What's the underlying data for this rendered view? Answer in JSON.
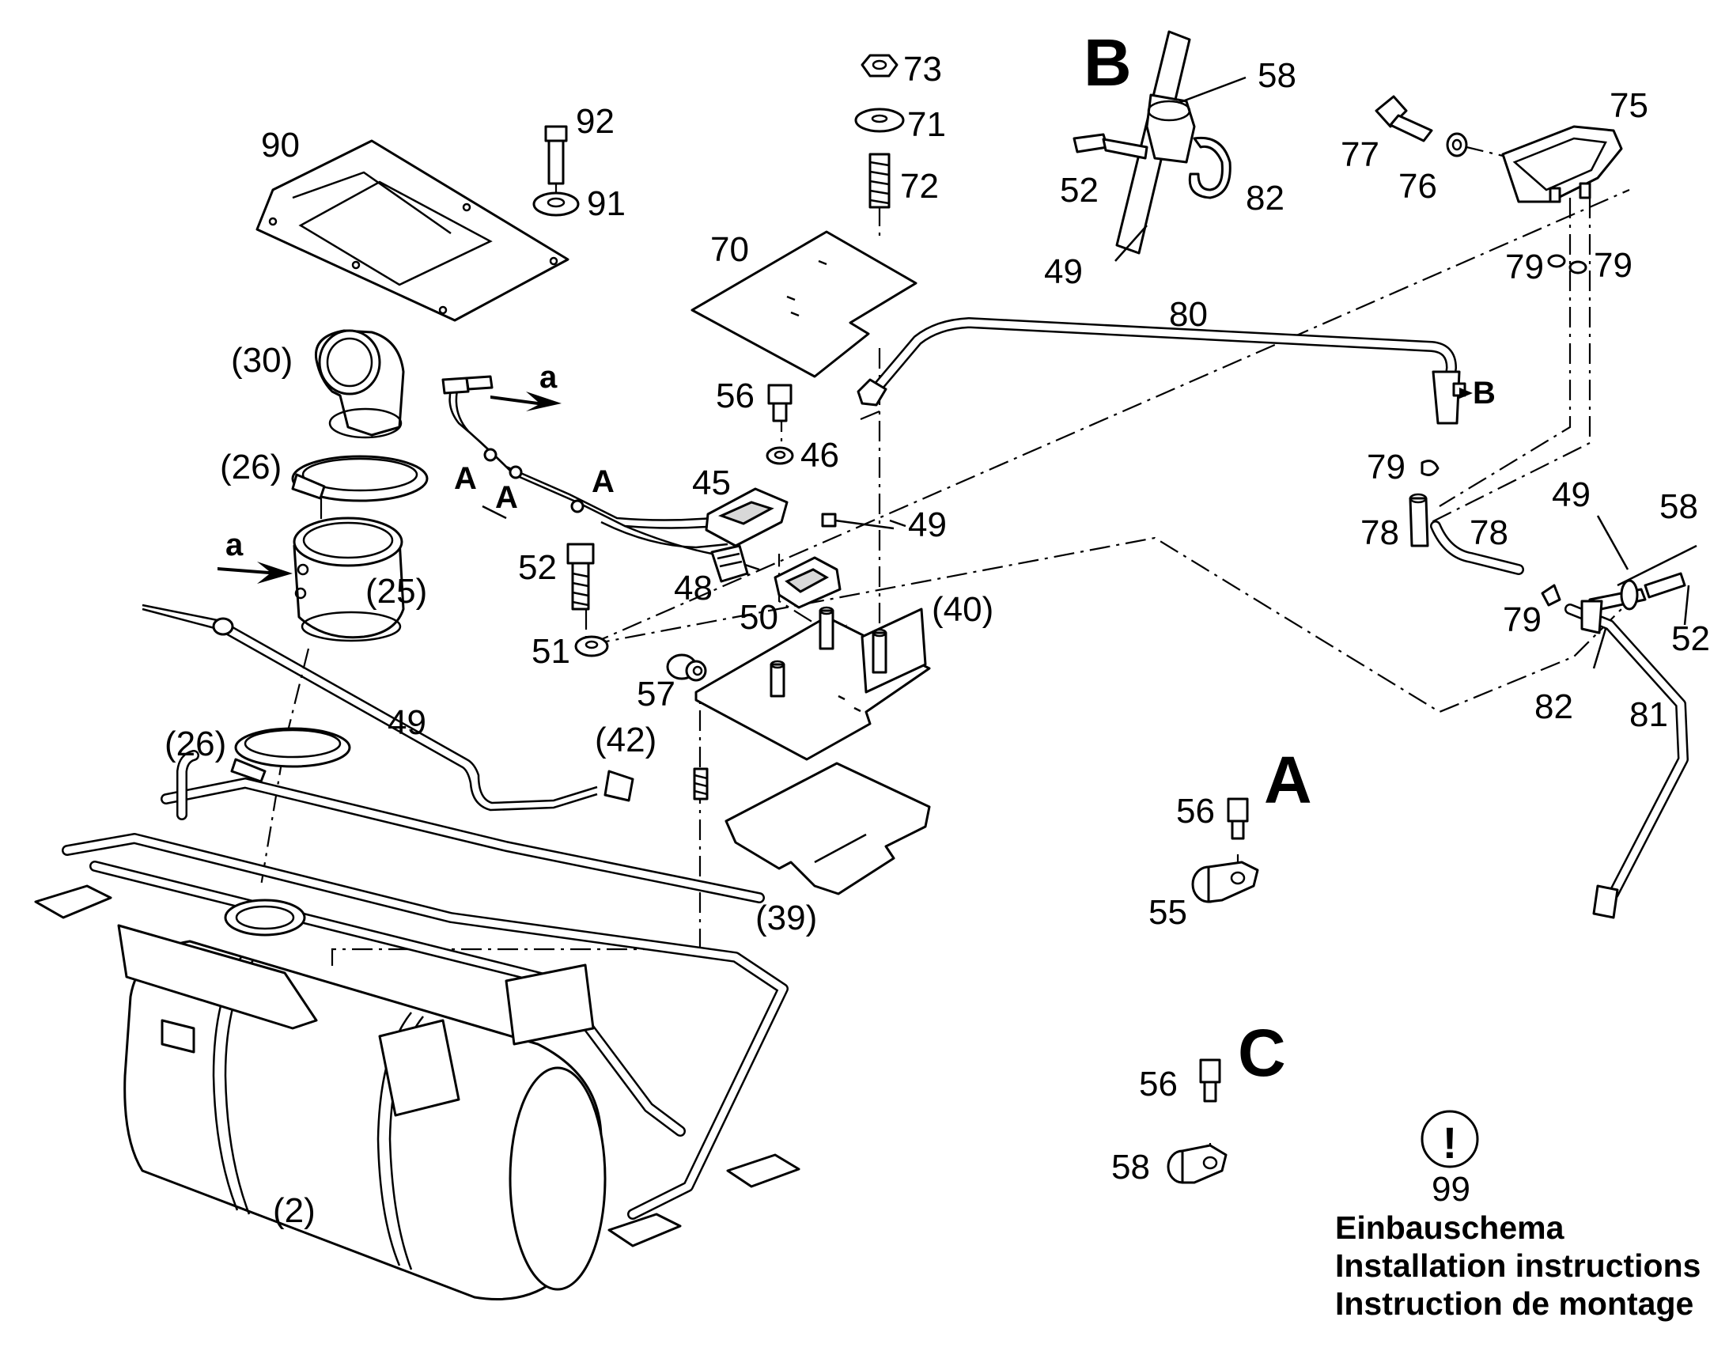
{
  "views": {
    "a": "A",
    "b": "B",
    "c": "C"
  },
  "markers": {
    "a_lower": "a",
    "b_upper": "B"
  },
  "parts": {
    "p90": "90",
    "p92": "92",
    "p91": "91",
    "p73": "73",
    "p71": "71",
    "p72": "72",
    "p70": "70",
    "p58_b": "58",
    "p52_b": "52",
    "p82_b": "82",
    "p49_b": "49",
    "p75": "75",
    "p77": "77",
    "p76": "76",
    "p79_a": "79",
    "p79_b": "79",
    "p80": "80",
    "p30": "(30)",
    "p26_top": "(26)",
    "p25": "(25)",
    "p56_top": "56",
    "p46": "46",
    "p45": "45",
    "p49_wire": "49",
    "p52_mid": "52",
    "p48": "48",
    "p50": "50",
    "p40": "(40)",
    "p51": "51",
    "p57": "57",
    "p79_c": "79",
    "p78_a": "78",
    "p78_b": "78",
    "p49_r": "49",
    "p58_r": "58",
    "p79_d": "79",
    "p52_r": "52",
    "p82_r": "82",
    "p81": "81",
    "p49_rod": "49",
    "p26_low": "(26)",
    "p42": "(42)",
    "p39": "(39)",
    "p56_a": "56",
    "p55": "55",
    "p56_c": "56",
    "p58_c": "58",
    "p99": "99",
    "p2": "(2)"
  },
  "wire_markers": {
    "m1": "A",
    "m2": "A",
    "m3": "A"
  },
  "notice_symbol": "!",
  "notes": [
    "Einbauschema",
    "Installation instructions",
    "Instruction de montage"
  ]
}
